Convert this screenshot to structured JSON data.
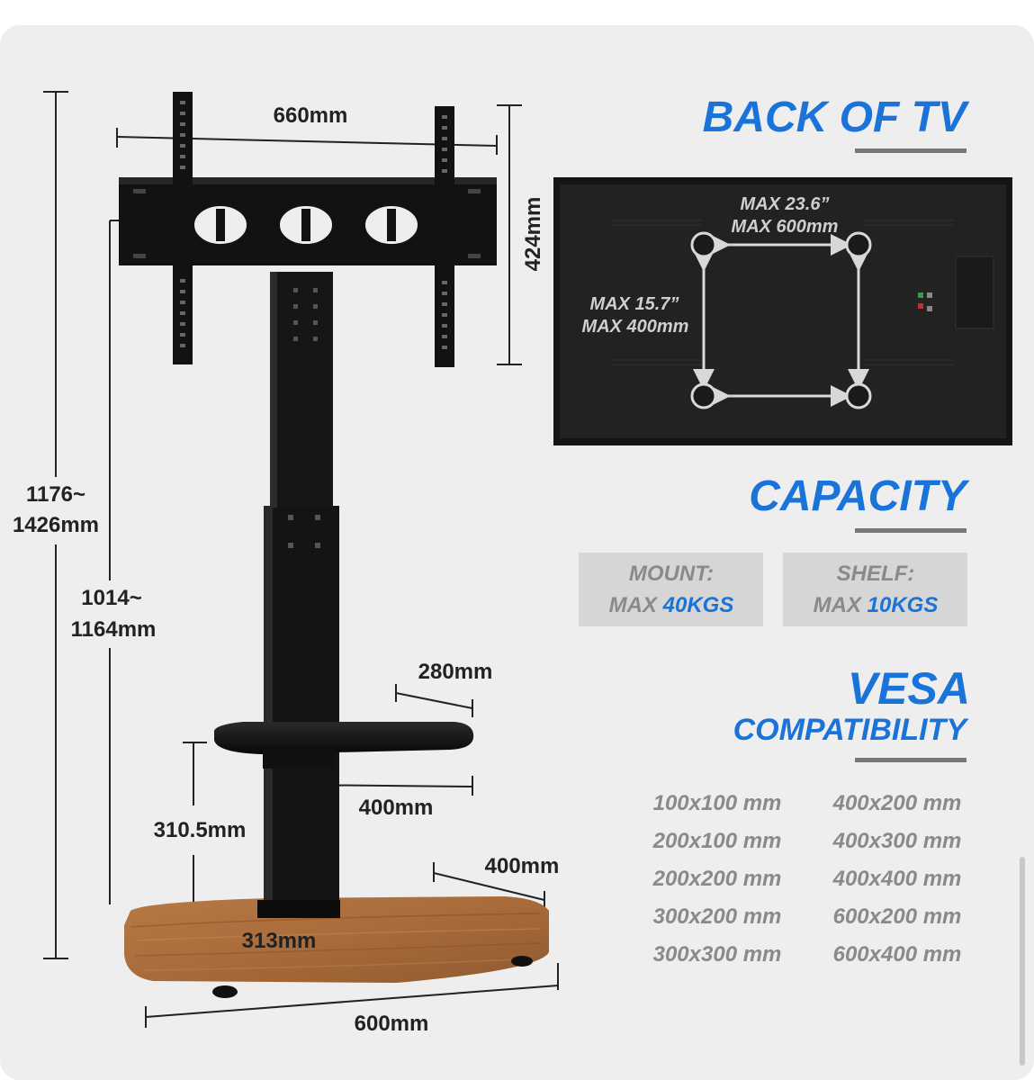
{
  "dimensions": {
    "width_top": "660mm",
    "height_bracket": "424mm",
    "total_height_line1": "1176~",
    "total_height_line2": "1426mm",
    "pole_height_line1": "1014~",
    "pole_height_line2": "1164mm",
    "shelf_depth": "280mm",
    "shelf_width": "400mm",
    "shelf_height": "310.5mm",
    "base_depth": "400mm",
    "base_offset": "313mm",
    "base_width": "600mm"
  },
  "back_of_tv": {
    "heading": "BACK OF TV",
    "max_width_in": "MAX 23.6”",
    "max_width_mm": "MAX 600mm",
    "max_height_in": "MAX 15.7”",
    "max_height_mm": "MAX 400mm"
  },
  "capacity": {
    "heading": "CAPACITY",
    "mount_label": "MOUNT:",
    "mount_prefix": "MAX ",
    "mount_value": "40KGS",
    "shelf_label": "SHELF:",
    "shelf_prefix": "MAX ",
    "shelf_value": "10KGS"
  },
  "vesa": {
    "heading_line1": "VESA",
    "heading_line2": "COMPATIBILITY",
    "sizes_left": [
      "100x100 mm",
      "200x100 mm",
      "200x200 mm",
      "300x200 mm",
      "300x300 mm"
    ],
    "sizes_right": [
      "400x200 mm",
      "400x300 mm",
      "400x400 mm",
      "600x200 mm",
      "600x400 mm"
    ]
  },
  "colors": {
    "accent_blue": "#1a73d9",
    "heading_underline": "#777777",
    "badge_bg": "#d6d6d6",
    "badge_text": "#8a8a8a",
    "stand_black": "#141414",
    "wood": "#a86b3a"
  }
}
